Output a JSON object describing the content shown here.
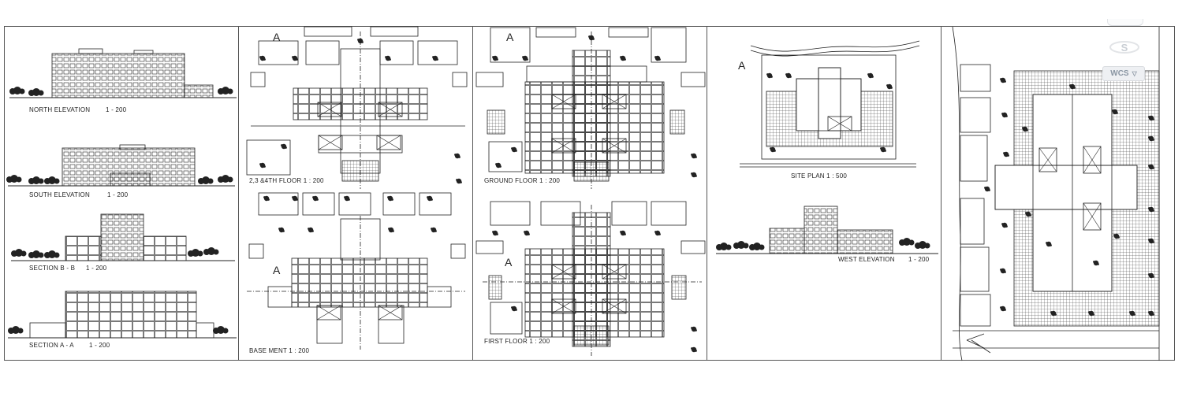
{
  "labels": {
    "north_elevation": "NORTH ELEVATION",
    "north_scale": "1 - 200",
    "south_elevation": "SOUTH ELEVATION",
    "south_scale": "1 - 200",
    "section_bb": "SECTION B - B",
    "section_bb_scale": "1 - 200",
    "section_aa": "SECTION A - A",
    "section_aa_scale": "1 - 200",
    "floor_234": "2,3 &4TH FLOOR  1 : 200",
    "basement": "BASE MENT 1 : 200",
    "ground_floor": "GROUND FLOOR  1 : 200",
    "first_floor": "FIRST FLOOR  1 : 200",
    "site_plan": "SITE PLAN  1 : 500",
    "west_elevation": "WEST  ELEVATION",
    "west_scale": "1 - 200"
  },
  "viewcube": {
    "compass_letter": "S",
    "wcs_label": "WCS",
    "wcs_arrow": "▽"
  },
  "north_arrow_letter": "A"
}
